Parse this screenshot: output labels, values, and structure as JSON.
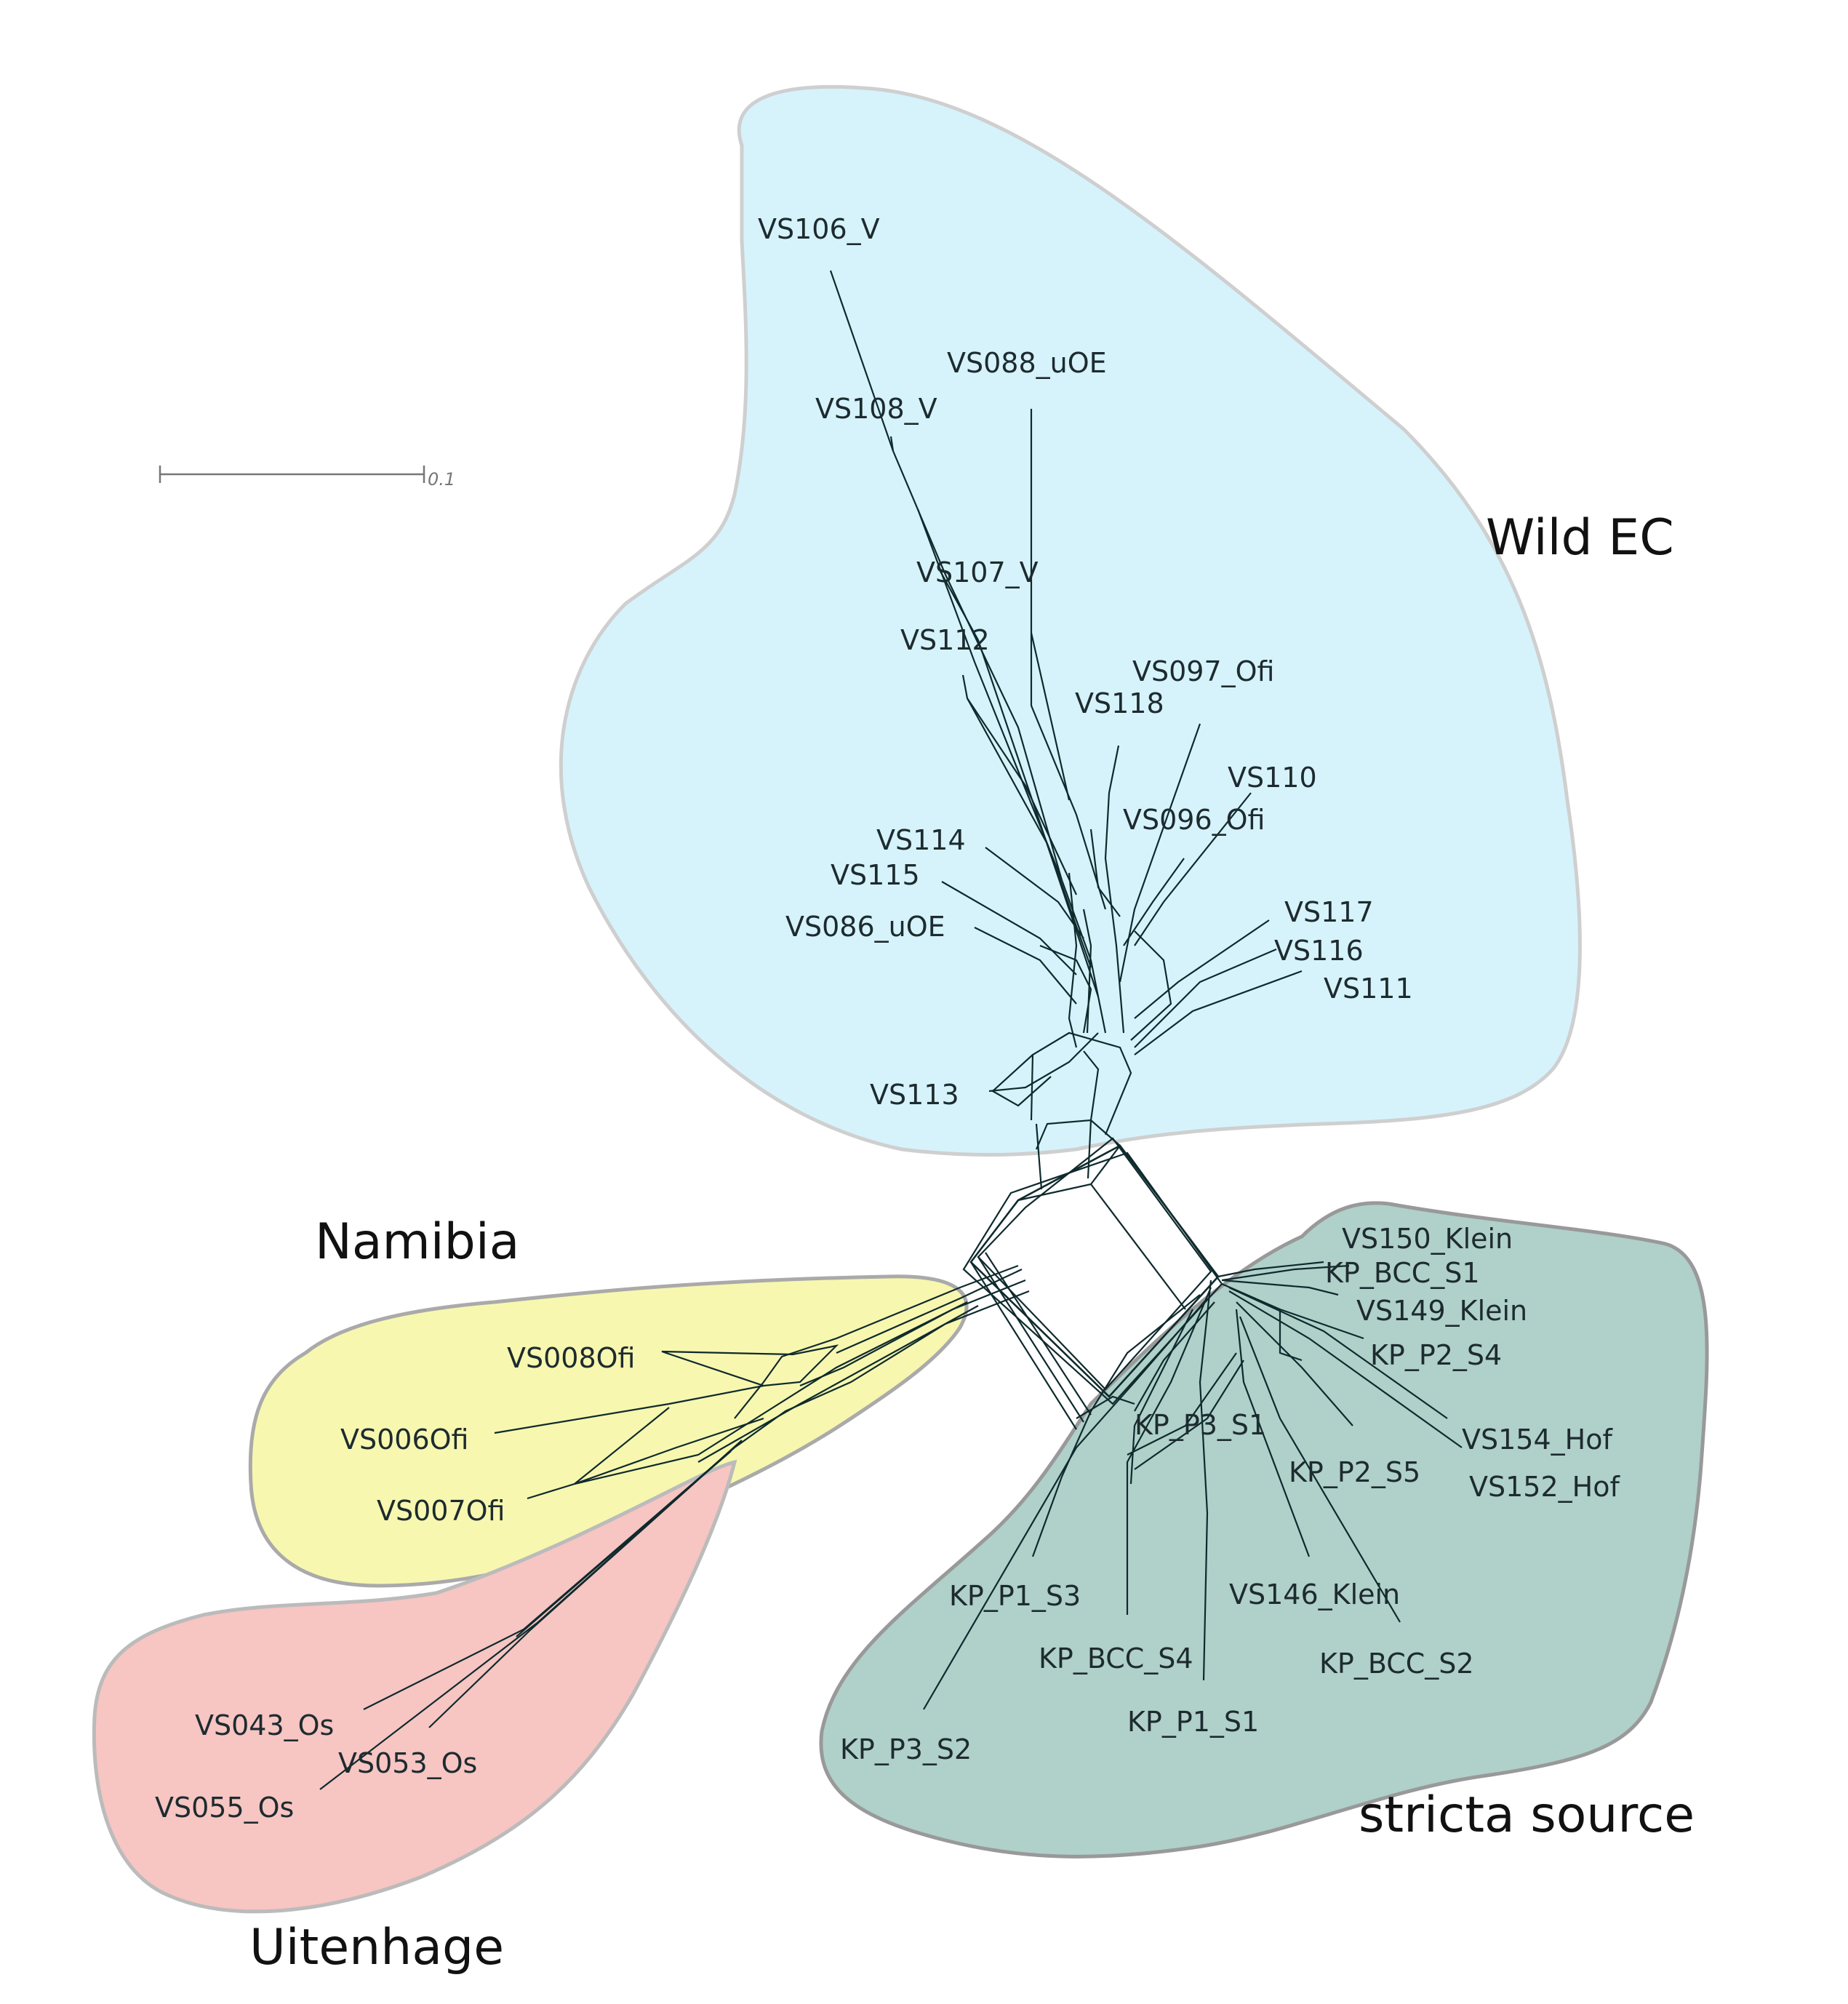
{
  "scale_bar": {
    "label": "0.1"
  },
  "groups": [
    {
      "label": "Wild EC",
      "color": "#d6f3fc"
    },
    {
      "label": "Namibia",
      "color": "#f7f7b0"
    },
    {
      "label": "Uitenhage",
      "color": "#f7c5c2"
    },
    {
      "label": "stricta source",
      "color": "#b0d0ca"
    }
  ],
  "leaves": {
    "wild_ec": [
      "VS106_V",
      "VS088_uOE",
      "VS108_V",
      "VS107_V",
      "VS112",
      "VS097_Ofi",
      "VS118",
      "VS110",
      "VS096_Ofi",
      "VS114",
      "VS115",
      "VS086_uOE",
      "VS117",
      "VS116",
      "VS111",
      "VS113"
    ],
    "namibia": [
      "VS008Ofi",
      "VS006Ofi",
      "VS007Ofi"
    ],
    "uitenhage": [
      "VS043_Os",
      "VS053_Os",
      "VS055_Os"
    ],
    "stricta": [
      "VS150_Klein",
      "KP_BCC_S1",
      "VS149_Klein",
      "KP_P2_S4",
      "KP_P3_S1",
      "VS154_Hof",
      "KP_P2_S5",
      "VS152_Hof",
      "VS146_Klein",
      "KP_P1_S3",
      "KP_BCC_S4",
      "KP_BCC_S2",
      "KP_P1_S1",
      "KP_P3_S2"
    ]
  }
}
